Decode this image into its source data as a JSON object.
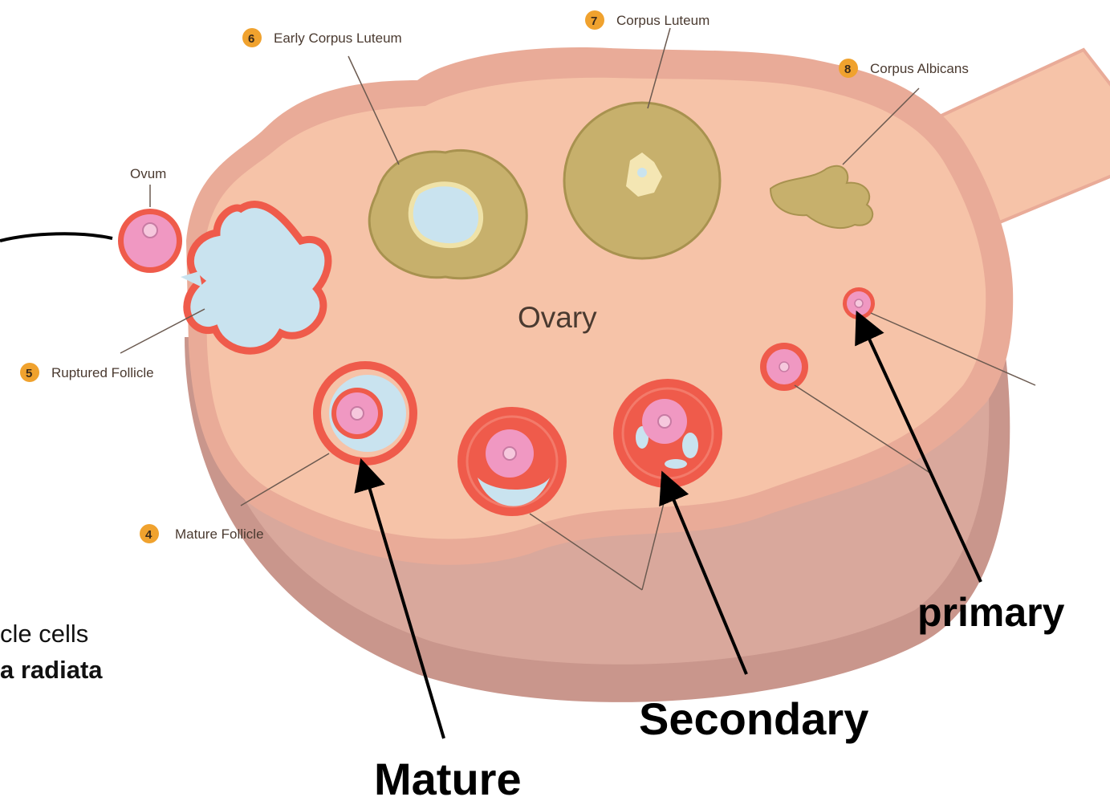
{
  "diagram": {
    "center_label": "Ovary",
    "stages": [
      {
        "number": "4",
        "label": "Mature Follicle"
      },
      {
        "number": "5",
        "label": "Ruptured Follicle"
      },
      {
        "number": "6",
        "label": "Early Corpus Luteum"
      },
      {
        "number": "7",
        "label": "Corpus Luteum"
      },
      {
        "number": "8",
        "label": "Corpus Albicans"
      }
    ],
    "ovum_label": "Ovum",
    "annotations": {
      "primary": "primary",
      "secondary": "Secondary",
      "mature": "Mature"
    },
    "side_text": {
      "line1": "cle cells",
      "line2": "a radiata"
    }
  },
  "colors": {
    "ovary_fill": "#f6c3a8",
    "ovary_shadow": "#c9968c",
    "capsule": "#e9ab98",
    "follicle_red": "#ef5b4b",
    "fluid_blue": "#c9e3ef",
    "oocyte_pink": "#f098c2",
    "luteum": "#c7b06c",
    "badge": "#f0a22e"
  }
}
